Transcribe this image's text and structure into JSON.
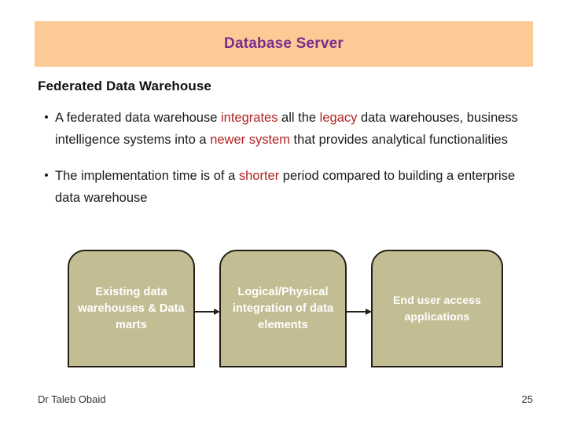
{
  "slide": {
    "title": "Database Server",
    "title_color": "#7B2D8E",
    "banner_color": "#FCCB95",
    "heading": "Federated Data Warehouse",
    "accent_color": "#B22222",
    "bullet_glyph": "•",
    "bullets": [
      {
        "marker": "•",
        "segments": [
          {
            "text": "A federated data warehouse ",
            "highlight": false
          },
          {
            "text": "integrates",
            "highlight": true
          },
          {
            "text": " all the ",
            "highlight": false
          },
          {
            "text": "legacy",
            "highlight": true
          },
          {
            "text": " data warehouses, business intelligence systems into a ",
            "highlight": false
          },
          {
            "text": "newer system",
            "highlight": true
          },
          {
            "text": " that provides analytical functionalities",
            "highlight": false
          }
        ]
      },
      {
        "marker": "•",
        "segments": [
          {
            "text": "The implementation time is of a ",
            "highlight": false
          },
          {
            "text": "shorter",
            "highlight": true
          },
          {
            "text": " period compared to building a enterprise data warehouse",
            "highlight": false
          }
        ]
      }
    ]
  },
  "diagram": {
    "box_fill": "#C3BD93",
    "box_border": "#231f14",
    "label_color": "#ffffff",
    "boxes": [
      {
        "label": "Existing data warehouses & Data marts"
      },
      {
        "label": "Logical/Physical integration of data elements"
      },
      {
        "label": "End user access applications"
      }
    ],
    "arrows": [
      {
        "name": "arrow-box1-to-box2"
      },
      {
        "name": "arrow-box2-to-box3"
      }
    ]
  },
  "footer": {
    "author": "Dr Taleb Obaid",
    "page_number": "25"
  }
}
